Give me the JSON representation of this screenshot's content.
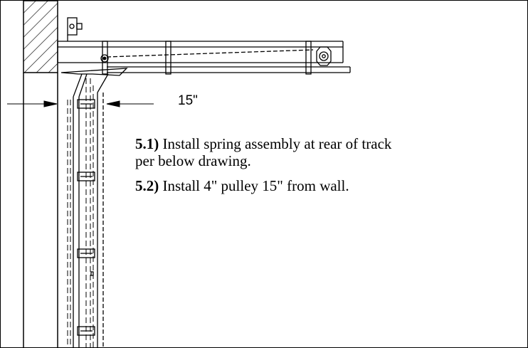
{
  "dimension": {
    "label": "15\""
  },
  "steps": [
    {
      "number": "5.1)",
      "text": " Install spring assembly at rear of track per below drawing."
    },
    {
      "number": "5.2)",
      "text": " Install 4\" pulley 15\" from wall."
    }
  ]
}
